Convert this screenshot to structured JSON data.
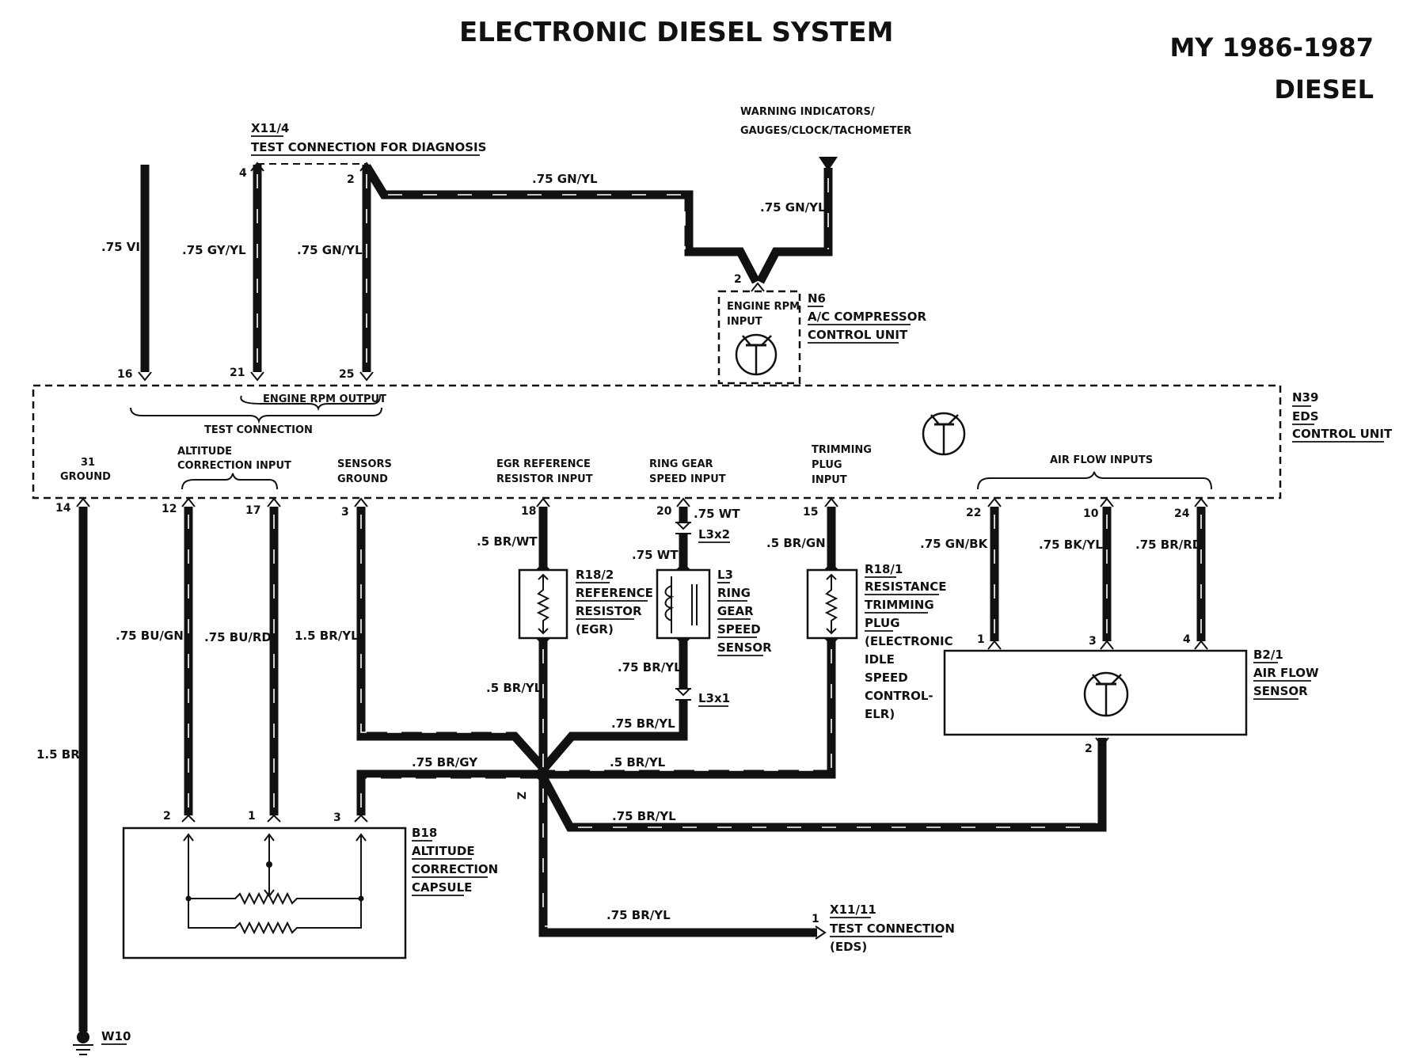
{
  "header": {
    "title": "ELECTRONIC DIESEL SYSTEM",
    "model_year": "MY 1986-1987",
    "fuel": "DIESEL"
  },
  "control_unit": {
    "id": "N39",
    "name_line1": "EDS",
    "name_line2": "CONTROL UNIT",
    "engine_rpm_output": "ENGINE RPM OUTPUT",
    "test_connection": "TEST CONNECTION",
    "ground_pin": "31",
    "ground_label": "GROUND",
    "altitude_line1": "ALTITUDE",
    "altitude_line2": "CORRECTION INPUT",
    "sensors_line1": "SENSORS",
    "sensors_line2": "GROUND",
    "egr_line1": "EGR REFERENCE",
    "egr_line2": "RESISTOR INPUT",
    "ring_line1": "RING GEAR",
    "ring_line2": "SPEED INPUT",
    "trim_line1": "TRIMMING",
    "trim_line2": "PLUG",
    "trim_line3": "INPUT",
    "air_flow_inputs": "AIR FLOW INPUTS"
  },
  "x11_4": {
    "id": "X11/4",
    "name": "TEST CONNECTION FOR DIAGNOSIS",
    "pin_4": "4",
    "pin_2": "2"
  },
  "warning": {
    "line1": "WARNING INDICATORS/",
    "line2": "GAUGES/CLOCK/TACHOMETER"
  },
  "n6": {
    "id": "N6",
    "name_line1": "A/C COMPRESSOR",
    "name_line2": "CONTROL UNIT",
    "inner_line1": "ENGINE RPM",
    "inner_line2": "INPUT",
    "pin": "2"
  },
  "pins": {
    "p16": "16",
    "p21": "21",
    "p25": "25",
    "p14": "14",
    "p12": "12",
    "p17": "17",
    "p3": "3",
    "p18": "18",
    "p20": "20",
    "p15": "15",
    "p22": "22",
    "p10": "10",
    "p24": "24"
  },
  "wires": {
    "w_vi": ".75 VI",
    "w_gy_yl": ".75 GY/YL",
    "w_gn_yl_a": ".75 GN/YL",
    "w_gn_yl_b": ".75 GN/YL",
    "w_gn_yl_c": ".75 GN/YL",
    "w_bu_gn": ".75 BU/GN",
    "w_bu_rd": ".75 BU/RD",
    "w_br_yl_15": "1.5 BR/YL",
    "w_br": "1.5 BR",
    "w_br_wt": ".5  BR/WT",
    "w_br_yl_egr": ".5 BR/YL",
    "w_wt_top": ".75 WT",
    "w_wt_mid": ".75 WT",
    "w_br_yl_l3": ".75 BR/YL",
    "w_br_yl_l3b": ".75 BR/YL",
    "w_br_gn": ".5  BR/GN",
    "w_br_yl_trim": ".5  BR/YL",
    "w_gn_bk": ".75  GN/BK",
    "w_bk_yl": ".75 BK/YL",
    "w_br_rd": ".75 BR/RD",
    "w_br_gy": ".75 BR/GY",
    "w_br_yl_air": ".75 BR/YL",
    "w_br_yl_test": ".75 BR/YL"
  },
  "l3x2": "L3x2",
  "l3x1": "L3x1",
  "splice": "Z",
  "r18_2": {
    "id": "R18/2",
    "line1": "REFERENCE",
    "line2": "RESISTOR",
    "line3": "(EGR)"
  },
  "l3": {
    "id": "L3",
    "line1": "RING",
    "line2": "GEAR",
    "line3": "SPEED",
    "line4": "SENSOR"
  },
  "r18_1": {
    "id": "R18/1",
    "line1": "RESISTANCE",
    "line2": "TRIMMING",
    "line3": "PLUG",
    "line4": "(ELECTRONIC",
    "line5": "IDLE",
    "line6": "SPEED",
    "line7": "CONTROL-",
    "line8": "ELR)"
  },
  "b2_1": {
    "id": "B2/1",
    "line1": "AIR FLOW",
    "line2": "SENSOR",
    "pin_1": "1",
    "pin_3": "3",
    "pin_4": "4",
    "pin_2": "2"
  },
  "b18": {
    "id": "B18",
    "line1": "ALTITUDE",
    "line2": "CORRECTION",
    "line3": "CAPSULE",
    "pin_2": "2",
    "pin_1": "1",
    "pin_3": "3"
  },
  "x11_11": {
    "id": "X11/11",
    "name": "TEST CONNECTION",
    "sub": "(EDS)",
    "pin": "1"
  },
  "w10": "W10"
}
